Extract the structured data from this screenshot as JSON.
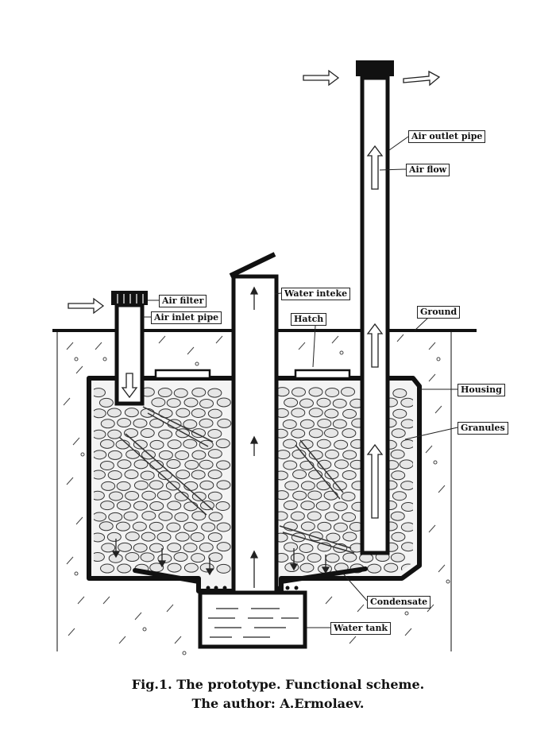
{
  "labels": {
    "air_outlet_pipe": "Air outlet pipe",
    "air_flow": "Air flow",
    "water_intake": "Water inteke",
    "air_filter": "Air filter",
    "air_inlet_pipe": "Air inlet pipe",
    "hatch": "Hatch",
    "ground": "Ground",
    "housing": "Housing",
    "granules": "Granules",
    "condensate": "Condensate",
    "water_tank": "Water tank"
  },
  "caption": {
    "line1": "Fig.1. The prototype. Functional scheme.",
    "line2": "The author: A.Ermolaev."
  }
}
